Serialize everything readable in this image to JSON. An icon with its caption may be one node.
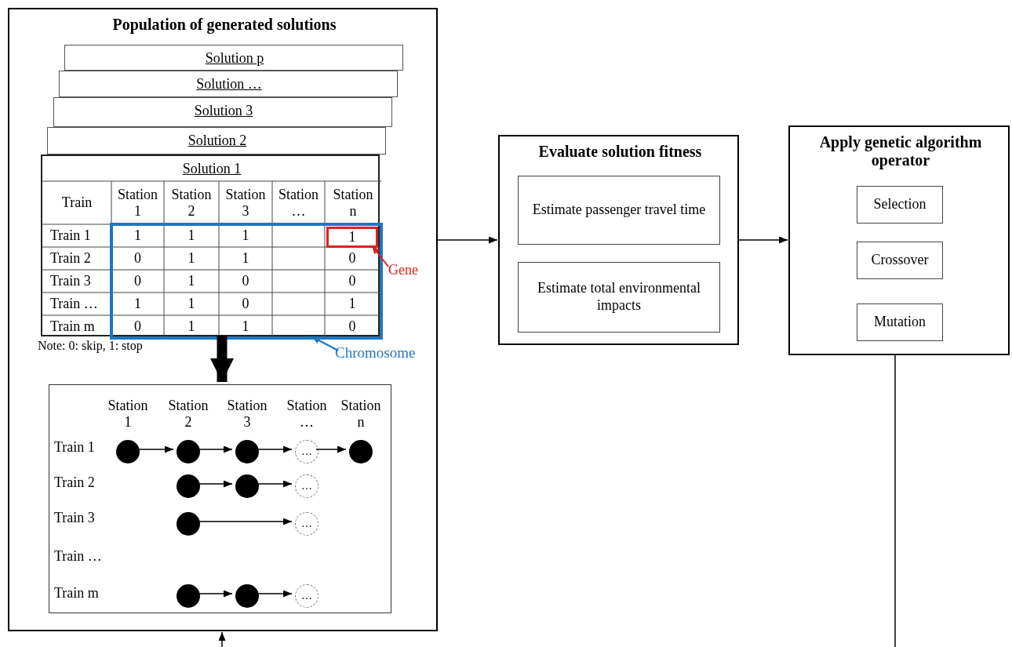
{
  "diagram": {
    "nodes": [
      {
        "text": [
          "Population of generated solutions"
        ]
      },
      {
        "text": [
          "Solution p"
        ],
        "in": 0
      },
      {
        "text": [
          "Solution …"
        ],
        "in": 0
      },
      {
        "text": [
          "Solution 3"
        ],
        "in": 0
      },
      {
        "text": [
          "Solution 2"
        ],
        "in": 0
      },
      {
        "text": [
          "Solution 1",
          "Train",
          "Station 1",
          "Station 2",
          "Station 3",
          "Station …",
          "Station n",
          "Train 1",
          "Train 2",
          "Train 3",
          "Train …",
          "Train m"
        ],
        "in": 0
      },
      {
        "text": [
          "1",
          "1",
          "1",
          "0",
          "1",
          "1",
          "0",
          "0",
          "1",
          "0",
          "0",
          "1",
          "1",
          "0",
          "1",
          "0",
          "1",
          "1",
          "0"
        ],
        "in": 5
      },
      {
        "text": [
          "1"
        ],
        "in": 6
      },
      {
        "text": [
          "Gene"
        ],
        "in": 0
      },
      {
        "text": [
          "Chromosome"
        ],
        "in": 0
      },
      {
        "text": [
          "Station 1",
          "Station 2",
          "Station 3",
          "Station …",
          "Station n",
          "Train 1",
          "Train 2",
          "Train 3",
          "Train …",
          "Train m"
        ],
        "in": 0
      },
      {
        "text": [],
        "shape": "circle",
        "in": 10
      },
      {
        "text": [],
        "shape": "circle",
        "in": 10
      },
      {
        "text": [],
        "shape": "circle",
        "in": 10
      },
      {
        "text": [
          "…"
        ],
        "in": 10
      },
      {
        "text": [],
        "shape": "circle",
        "in": 10
      },
      {
        "text": [],
        "shape": "circle",
        "in": 10
      },
      {
        "text": [],
        "shape": "circle",
        "in": 10
      },
      {
        "text": [
          "…"
        ],
        "in": 10
      },
      {
        "text": [],
        "shape": "circle",
        "in": 10
      },
      {
        "text": [
          "…"
        ],
        "in": 10
      },
      {
        "text": [],
        "shape": "circle",
        "in": 10
      },
      {
        "text": [],
        "shape": "circle",
        "in": 10
      },
      {
        "text": [
          "…"
        ],
        "in": 10
      },
      {
        "text": [
          "Evaluate solution fitness"
        ]
      },
      {
        "text": [
          "Estimate passenger travel time"
        ],
        "in": 24
      },
      {
        "text": [
          "Estimate total environmental impacts"
        ],
        "in": 24
      },
      {
        "text": [
          "Apply genetic algorithm operator"
        ]
      },
      {
        "text": [
          "Selection"
        ],
        "in": 27
      },
      {
        "text": [
          "Crossover"
        ],
        "in": 27
      },
      {
        "text": [
          "Mutation"
        ],
        "in": 27
      }
    ],
    "edges": [
      {
        "from": 5,
        "to": 10,
        "arrow": "to",
        "style": "thick"
      },
      {
        "from": 8,
        "to": 7,
        "arrow": "to",
        "color": "#e02020"
      },
      {
        "from": 9,
        "to": 6,
        "arrow": "to",
        "color": "#1f77c0"
      },
      {
        "from": 11,
        "to": 12,
        "arrow": "to"
      },
      {
        "from": 12,
        "to": 13,
        "arrow": "to"
      },
      {
        "from": 13,
        "to": 14,
        "arrow": "to"
      },
      {
        "from": 14,
        "to": 15,
        "arrow": "to"
      },
      {
        "from": 16,
        "to": 17,
        "arrow": "to"
      },
      {
        "from": 17,
        "to": 18,
        "arrow": "to"
      },
      {
        "from": 19,
        "to": 20,
        "arrow": "to"
      },
      {
        "from": 21,
        "to": 22,
        "arrow": "to"
      },
      {
        "from": 22,
        "to": 23,
        "arrow": "to"
      },
      {
        "from": 0,
        "to": 24,
        "arrow": "to"
      },
      {
        "from": 24,
        "to": 27,
        "arrow": "to"
      },
      {
        "from": 27,
        "to": null,
        "arrow": "none"
      },
      {
        "from": null,
        "to": 0,
        "arrow": "to"
      }
    ],
    "labels": [
      "Note: 0: skip, 1: stop"
    ]
  }
}
